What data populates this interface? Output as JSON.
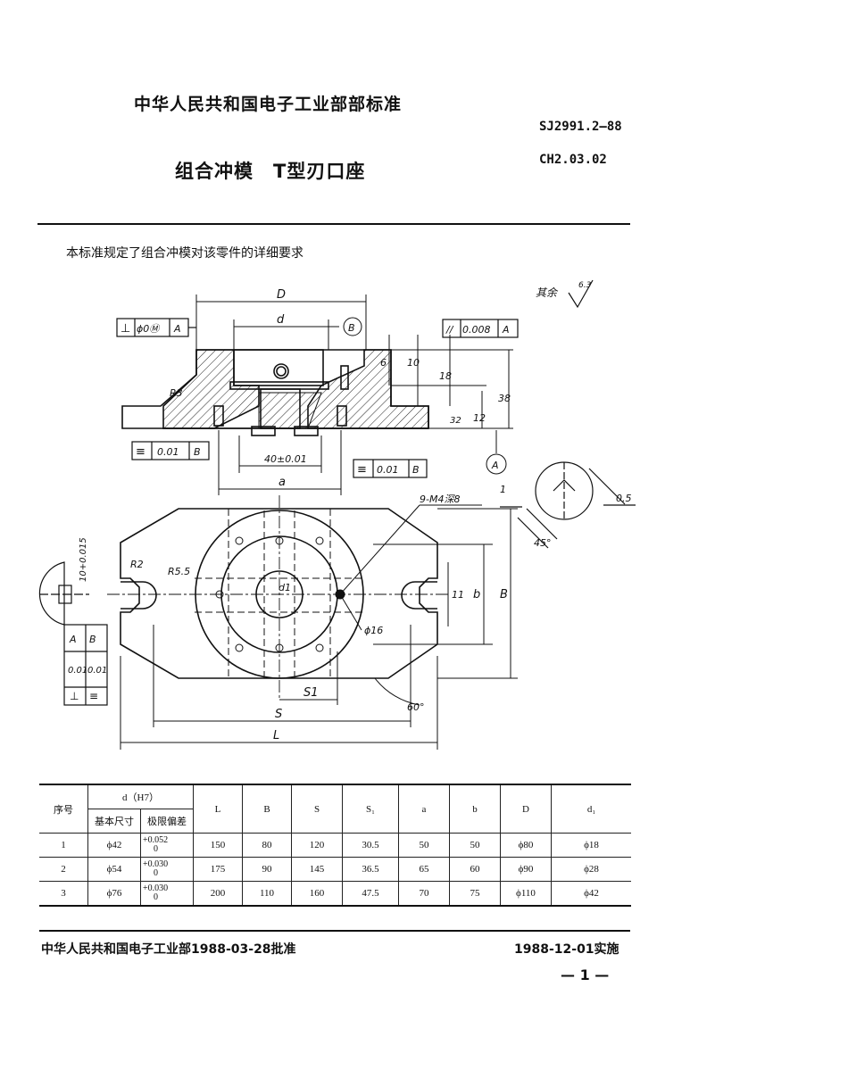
{
  "header": {
    "ministry_title": "中华人民共和国电子工业部部标准",
    "standard_code": "SJ2991.2—88",
    "ch_code": "CH2.03.02",
    "doc_title": "组合冲模　T型刃口座"
  },
  "intro_text": "本标准规定了组合冲模对该零件的详细要求",
  "drawing": {
    "surface_note": "其余",
    "roughness_other": "6.3",
    "dim_D": "D",
    "dim_d": "d",
    "datum_B": "B",
    "datum_A": "A",
    "tol_perp": "⊥",
    "tol_perp_val": "ϕ0Ⓜ",
    "tol_perp_ref": "A",
    "tol_par": "//",
    "tol_par_val": "0.008",
    "tol_par_ref": "A",
    "tol_sym1": "≡",
    "tol_sym1_val": "0.01",
    "tol_sym1_ref": "B",
    "tol_sym2": "≡",
    "tol_sym2_val": "0.01",
    "tol_sym2_ref": "B",
    "dim_40": "40±0.01",
    "dim_a": "a",
    "dim_6": "6",
    "dim_10": "10",
    "dim_18": "18",
    "dim_38": "38",
    "dim_12": "12",
    "dim_32": "32",
    "dim_R3": "R3",
    "dim_thread": "9-M4深8",
    "dim_1": "1",
    "dim_05": "0.5",
    "dim_45": "45°",
    "dim_R2": "R2",
    "dim_R55": "R5.5",
    "dim_d1": "d1",
    "dim_phi16": "ϕ16",
    "dim_11": "11",
    "dim_b": "b",
    "dim_B": "B",
    "dim_S1": "S1",
    "dim_60": "60°",
    "dim_S": "S",
    "dim_L": "L",
    "dim_side": "10+0.015",
    "side_tol_vals": [
      "0.01",
      "0.01"
    ],
    "side_tol_refs": [
      "A",
      "B"
    ],
    "side_tol_syms": [
      "⊥",
      "≡"
    ]
  },
  "table": {
    "headers": {
      "seq": "序号",
      "d_group": "d（H7）",
      "basic": "基本尺寸",
      "limit": "极限偏差",
      "L": "L",
      "B": "B",
      "S": "S",
      "S1": "S₁",
      "a": "a",
      "b": "b",
      "D": "D",
      "d1": "d₁"
    },
    "rows": [
      {
        "seq": "1",
        "basic": "ϕ42",
        "tol_upper": "+0.052",
        "tol_lower": "0",
        "L": "150",
        "B": "80",
        "S": "120",
        "S1": "30.5",
        "a": "50",
        "b": "50",
        "D": "ϕ80",
        "d1": "ϕ18"
      },
      {
        "seq": "2",
        "basic": "ϕ54",
        "tol_upper": "+0.030",
        "tol_lower": "0",
        "L": "175",
        "B": "90",
        "S": "145",
        "S1": "36.5",
        "a": "65",
        "b": "60",
        "D": "ϕ90",
        "d1": "ϕ28"
      },
      {
        "seq": "3",
        "basic": "ϕ76",
        "tol_upper": "+0.030",
        "tol_lower": "0",
        "L": "200",
        "B": "110",
        "S": "160",
        "S1": "47.5",
        "a": "70",
        "b": "75",
        "D": "ϕ110",
        "d1": "ϕ42"
      }
    ]
  },
  "footer": {
    "approval": "中华人民共和国电子工业部1988-03-28批准",
    "effective": "1988-12-01实施",
    "page": "— 1 —"
  }
}
